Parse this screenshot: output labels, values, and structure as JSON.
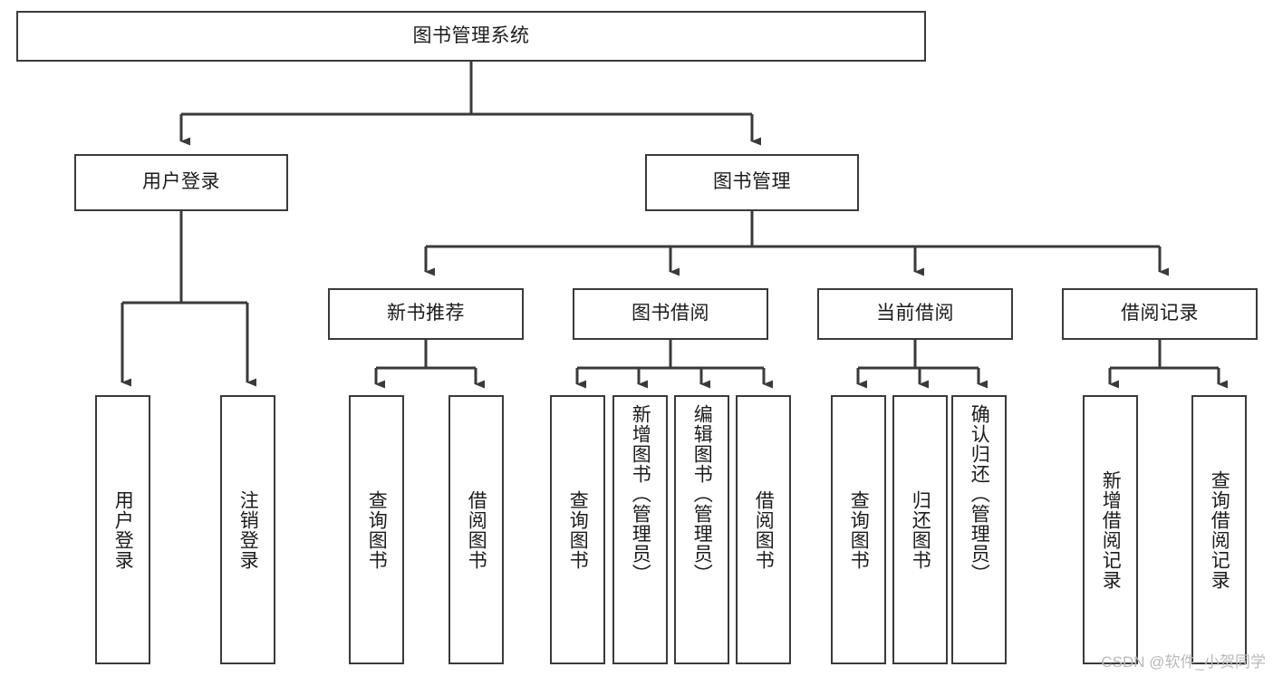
{
  "diagram": {
    "title": "图书管理系统",
    "type": "tree",
    "orientation": "top-down",
    "colors": {
      "background": "#ffffff",
      "node_border": "#3a3a3a",
      "node_fill": "#ffffff",
      "edge": "#3a3a3a",
      "text": "#1b1b1b",
      "watermark": "#b9b9b9"
    }
  },
  "watermark": {
    "text": "CSDN @软件_小贺同学"
  },
  "nodes": {
    "root": {
      "label": "图书管理系统"
    },
    "level2": [
      {
        "id": "user-login",
        "label": "用户登录"
      },
      {
        "id": "book-manage",
        "label": "图书管理"
      }
    ],
    "level3": [
      {
        "id": "new-book-recommend",
        "label": "新书推荐"
      },
      {
        "id": "book-borrow",
        "label": "图书借阅"
      },
      {
        "id": "current-borrow",
        "label": "当前借阅"
      },
      {
        "id": "borrow-record",
        "label": "借阅记录"
      }
    ],
    "leaves": {
      "user-login": [
        {
          "id": "leaf-user-login",
          "label": "用户登录"
        },
        {
          "id": "leaf-logout-login",
          "label": "注销登录"
        }
      ],
      "new-book-recommend": [
        {
          "id": "leaf-query-book-1",
          "label": "查询图书"
        },
        {
          "id": "leaf-borrow-book-1",
          "label": "借阅图书"
        }
      ],
      "book-borrow": [
        {
          "id": "leaf-query-book-2",
          "label": "查询图书"
        },
        {
          "id": "leaf-add-book",
          "label": "新增图书（管理员）"
        },
        {
          "id": "leaf-edit-book",
          "label": "编辑图书（管理员）"
        },
        {
          "id": "leaf-borrow-book-2",
          "label": "借阅图书"
        }
      ],
      "current-borrow": [
        {
          "id": "leaf-query-book-3",
          "label": "查询图书"
        },
        {
          "id": "leaf-return-book",
          "label": "归还图书"
        },
        {
          "id": "leaf-confirm-return",
          "label": "确认归还（管理员）"
        }
      ],
      "borrow-record": [
        {
          "id": "leaf-add-record",
          "label": "新增借阅记录"
        },
        {
          "id": "leaf-query-record",
          "label": "查询借阅记录"
        }
      ]
    }
  }
}
